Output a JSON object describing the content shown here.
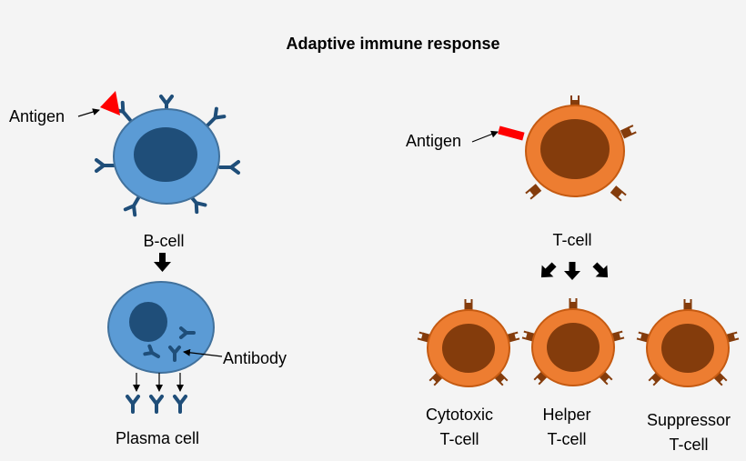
{
  "title": "Adaptive immune response",
  "b_section": {
    "antigen_label": "Antigen",
    "cell_label": "B-cell",
    "antibody_label": "Antibody",
    "plasma_label": "Plasma cell"
  },
  "t_section": {
    "antigen_label": "Antigen",
    "cell_label": "T-cell",
    "subtypes": [
      {
        "line1": "Cytotoxic",
        "line2": "T-cell"
      },
      {
        "line1": "Helper",
        "line2": "T-cell"
      },
      {
        "line1": "Suppressor",
        "line2": "T-cell"
      }
    ]
  },
  "colors": {
    "b_cell_body": "#5b9bd5",
    "b_cell_outline": "#41719c",
    "b_nucleus": "#1f4e79",
    "b_receptor": "#1f4e79",
    "b_antigen": "#ff0000",
    "t_cell_body": "#ed7d31",
    "t_cell_outline": "#c55a11",
    "t_nucleus": "#843c0c",
    "t_receptor": "#843c0c",
    "t_antigen": "#ff0000"
  }
}
